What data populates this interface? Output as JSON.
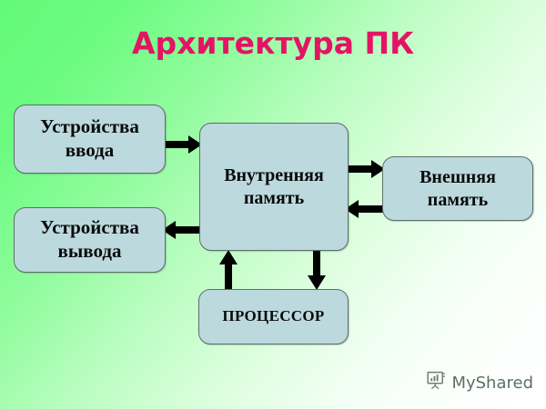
{
  "slide": {
    "title": "Архитектура ПК",
    "title_color": "#e41464",
    "background_from": "#63fa78",
    "background_to": "#ffffff",
    "box_fill": "#bcd9de",
    "box_border": "#5c6f6b",
    "arrow_color": "#000000"
  },
  "boxes": [
    {
      "id": "input",
      "line1": "Устройства",
      "line2": "ввода"
    },
    {
      "id": "output",
      "line1": "Устройства",
      "line2": "вывода"
    },
    {
      "id": "internal",
      "line1": "Внутренняя",
      "line2": "память"
    },
    {
      "id": "external",
      "line1": "Внешняя",
      "line2": "память"
    },
    {
      "id": "processor",
      "line1": "ПРОЦЕССОР",
      "line2": ""
    }
  ],
  "arrows": [
    {
      "id": "input-to-internal",
      "from": "Устройства ввода",
      "to": "Внутренняя память",
      "direction": "right"
    },
    {
      "id": "internal-to-output",
      "from": "Внутренняя память",
      "to": "Устройства вывода",
      "direction": "left"
    },
    {
      "id": "internal-to-external",
      "from": "Внутренняя память",
      "to": "Внешняя память",
      "direction": "right"
    },
    {
      "id": "external-to-internal",
      "from": "Внешняя память",
      "to": "Внутренняя память",
      "direction": "left"
    },
    {
      "id": "processor-to-internal",
      "from": "ПРОЦЕССОР",
      "to": "Внутренняя память",
      "direction": "up"
    },
    {
      "id": "internal-to-processor",
      "from": "Внутренняя память",
      "to": "ПРОЦЕССОР",
      "direction": "down"
    }
  ],
  "watermark": {
    "label": "MyShared",
    "icon": "presentation-chart-icon",
    "color": "#5d7063"
  }
}
